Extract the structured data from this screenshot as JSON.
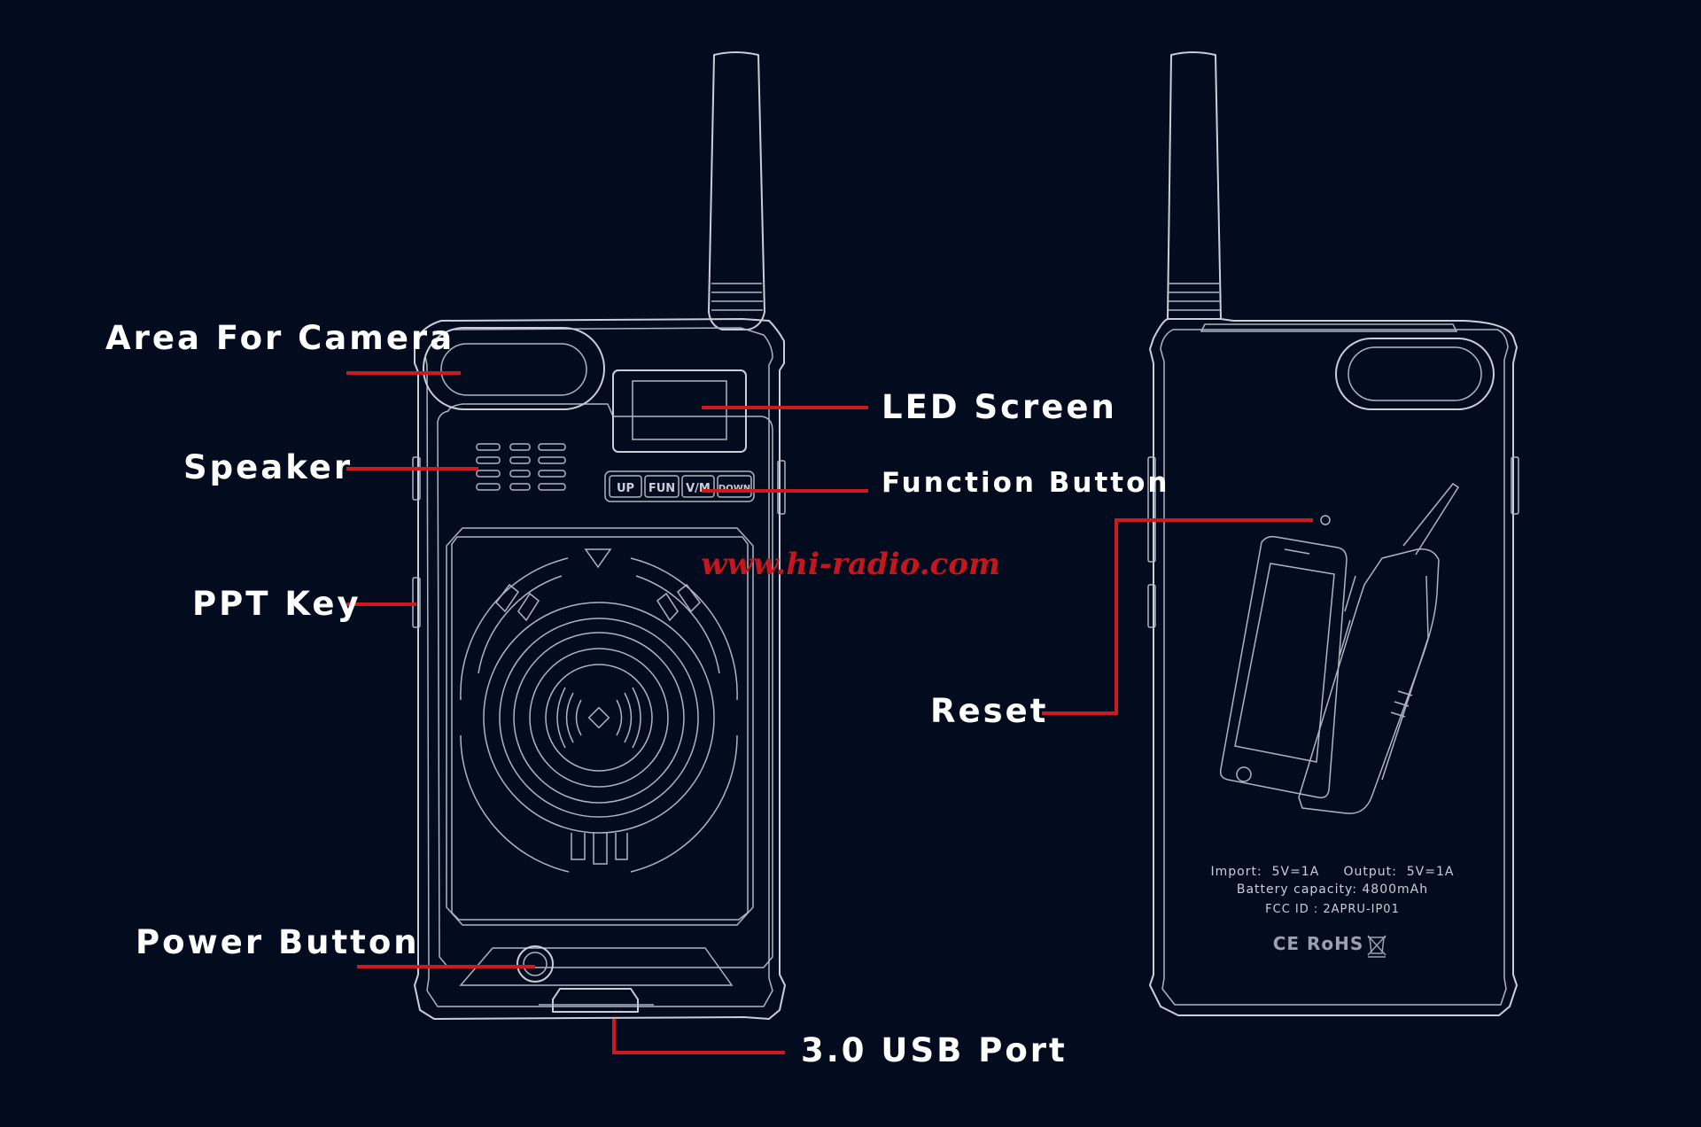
{
  "labels": {
    "camera": "Area For Camera",
    "speaker": "Speaker",
    "ppt_key": "PPT Key",
    "power_button": "Power Button",
    "usb_port": "3.0 USB Port",
    "led_screen": "LED Screen",
    "function_button": "Function Button",
    "reset": "Reset"
  },
  "front_keys": [
    "UP",
    "FUN",
    "V/M",
    "DOWN"
  ],
  "back_specs": {
    "line1": "Import:  5V=1A     Output:  5V=1A",
    "line2": "Battery capacity: 4800mAh",
    "line3": "FCC ID : 2APRU-IP01",
    "certs": "CE RoHS"
  },
  "watermark": "www.hi-radio.com",
  "icons": [
    "wireless-charging-icon",
    "weee-bin-icon"
  ],
  "colors": {
    "background": "#030c1f",
    "line_art": "#c9ced8",
    "leader_lines": "#d01820",
    "label_text": "#ffffff",
    "watermark": "#c4161c"
  }
}
